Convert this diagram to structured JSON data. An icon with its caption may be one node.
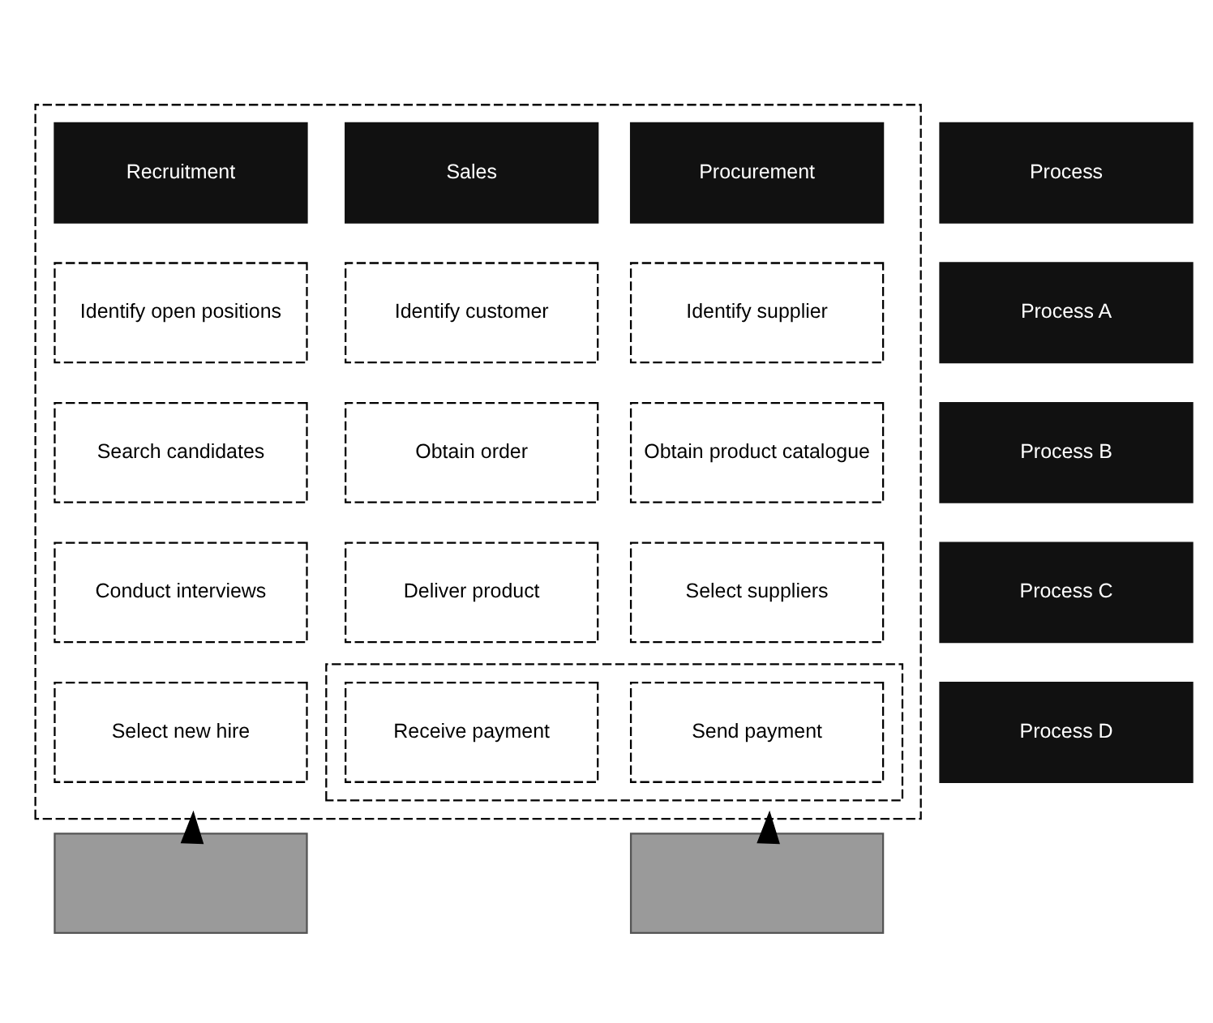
{
  "diagram": {
    "nodes": [
      {
        "text": [],
        "shape": "box"
      },
      {
        "text": [
          "Recruitment"
        ],
        "in": 0
      },
      {
        "text": [
          "Sales"
        ],
        "in": 0
      },
      {
        "text": [
          "Procurement"
        ],
        "in": 0
      },
      {
        "text": [
          "Process"
        ]
      },
      {
        "text": [
          "Identify open positions"
        ],
        "in": 0
      },
      {
        "text": [
          "Identify customer"
        ],
        "in": 0
      },
      {
        "text": [
          "Identify supplier"
        ],
        "in": 0
      },
      {
        "text": [
          "Process A"
        ]
      },
      {
        "text": [
          "Search candidates"
        ],
        "in": 0
      },
      {
        "text": [
          "Obtain order"
        ],
        "in": 0
      },
      {
        "text": [
          "Obtain product catalogue"
        ],
        "in": 0
      },
      {
        "text": [
          "Process B"
        ]
      },
      {
        "text": [
          "Conduct interviews"
        ],
        "in": 0
      },
      {
        "text": [
          "Deliver product"
        ],
        "in": 0
      },
      {
        "text": [
          "Select suppliers"
        ],
        "in": 0
      },
      {
        "text": [
          "Process C"
        ]
      },
      {
        "text": [
          "Select new hire"
        ],
        "in": 0
      },
      {
        "text": [],
        "shape": "box",
        "in": 0
      },
      {
        "text": [
          "Receive payment"
        ],
        "in": 18
      },
      {
        "text": [
          "Send payment"
        ],
        "in": 18
      },
      {
        "text": [
          "Process D"
        ]
      },
      {
        "text": [],
        "shape": "box"
      },
      {
        "text": [],
        "shape": "box"
      }
    ],
    "edges": [
      {
        "from": 22,
        "to": 0,
        "arrow": "to"
      },
      {
        "from": 23,
        "to": 0,
        "arrow": "to"
      }
    ]
  }
}
